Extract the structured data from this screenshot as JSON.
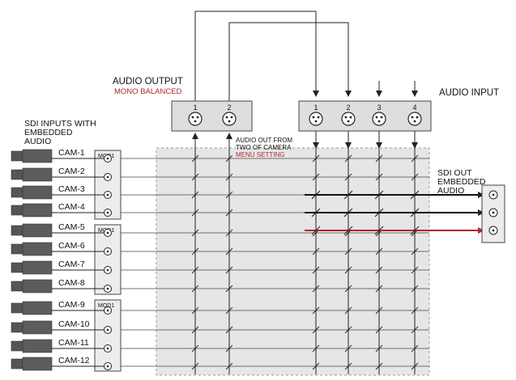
{
  "labels": {
    "sdi_inputs": [
      "SDI  INPUTS WITH",
      "EMBEDDED",
      "AUDIO"
    ],
    "audio_output": "AUDIO OUTPUT",
    "mono_balanced": "MONO  BALANCED",
    "audio_input": "AUDIO INPUT",
    "audio_out_from": [
      "AUDIO OUT FROM",
      "TWO  OF CAMERA"
    ],
    "menu_setting": "MENU  SETTING",
    "sdi_out": [
      "SDI  OUT",
      "EMBEDDED",
      "AUDIO"
    ]
  },
  "modules": [
    "MOD1",
    "MOD1",
    "MOD1"
  ],
  "cameras": [
    "CAM-1",
    "CAM-2",
    "CAM-3",
    "CAM-4",
    "CAM-5",
    "CAM-6",
    "CAM-7",
    "CAM-8",
    "CAM-9",
    "CAM-10",
    "CAM-11",
    "CAM-12"
  ],
  "output_connectors": [
    "1",
    "2"
  ],
  "input_connectors": [
    "1",
    "2",
    "3",
    "4"
  ],
  "colors": {
    "panel": "#e6e6e6",
    "box": "#dedede",
    "line": "#222222",
    "accent": "#b3262a"
  }
}
